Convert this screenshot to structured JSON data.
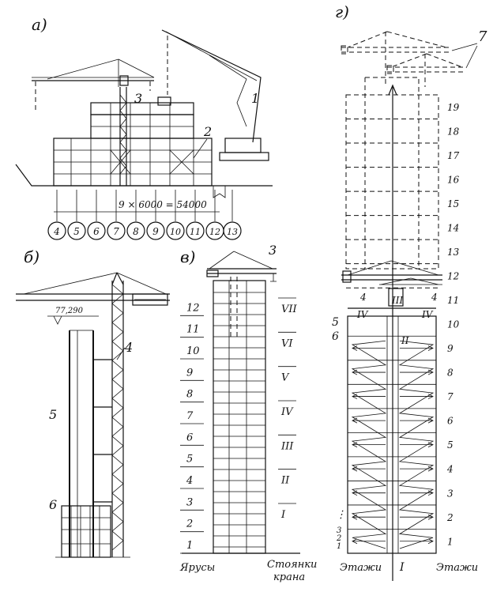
{
  "panels": {
    "a": {
      "label": "а)",
      "dimension": "9 × 6000 = 54000",
      "axes": [
        "4",
        "5",
        "6",
        "7",
        "8",
        "9",
        "10",
        "11",
        "12",
        "13"
      ],
      "callouts": [
        "1",
        "2",
        "3"
      ]
    },
    "b": {
      "label": "б)",
      "elevation": "77,290",
      "callouts": [
        "4",
        "5",
        "6"
      ]
    },
    "v": {
      "label": "в)",
      "callout": "3",
      "tiers": [
        "1",
        "2",
        "3",
        "4",
        "5",
        "6",
        "7",
        "8",
        "9",
        "10",
        "11",
        "12"
      ],
      "stands": [
        "I",
        "II",
        "III",
        "IV",
        "V",
        "VI",
        "VII"
      ],
      "tiers_caption": "Ярусы",
      "stands_caption_line1": "Стоянки",
      "stands_caption_line2": "крана"
    },
    "g": {
      "label": "г)",
      "callout_top": "7",
      "floors": [
        "1",
        "2",
        "3",
        "4",
        "5",
        "6",
        "7",
        "8",
        "9",
        "10",
        "11",
        "12",
        "13",
        "14",
        "15",
        "16",
        "17",
        "18",
        "19"
      ],
      "left_small_floors": [
        "1",
        "2",
        "3"
      ],
      "left_dots": "⋮",
      "callout_left_5": "5",
      "callout_left_6": "6",
      "callout_4": "4",
      "roman_I": "I",
      "roman_II": "II",
      "roman_III": "III",
      "roman_IV": "IV",
      "floors_caption": "Этажи"
    }
  }
}
